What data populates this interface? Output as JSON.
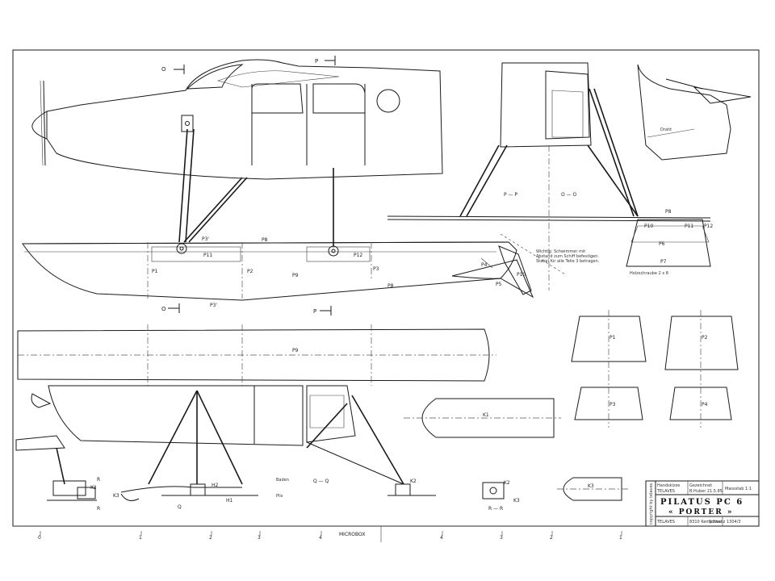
{
  "title_block": {
    "title": "PILATUS PC 6",
    "subtitle": "« PORTER »",
    "left_lines": [
      "Handskizze",
      "TELAVES"
    ],
    "mid_lines": [
      "Gezeichnet",
      "B.Huber 21.5.85"
    ],
    "scale_label": "Massstab 1:1",
    "bottom_left": "TELAVES",
    "bottom_mid": "8310 Kemptthal",
    "bottom_right": "Schweiz",
    "sheet_no": "1304/3",
    "copyright": "copyright by telaves"
  },
  "part_labels": {
    "p1": "P1",
    "p2": "P2",
    "p3": "P3",
    "p4": "P4",
    "p5": "P5",
    "p6": "P6",
    "p7": "P7",
    "p8": "P8",
    "p9": "P9",
    "p10": "P10",
    "p11": "P11",
    "p12": "P12",
    "p31": "P3'",
    "k1": "K1",
    "k2": "K2",
    "k3": "K3",
    "h1": "H1",
    "h2": "H2",
    "r": "R"
  },
  "section_labels": {
    "o": "O",
    "p": "P",
    "pp": "P — P",
    "oo": "O — O",
    "rr": "R — R",
    "q": "Q",
    "qq": "Q — Q"
  },
  "notes": {
    "float_note": [
      "Wichtig: Schwimmer mit",
      "Abstand zum Schiff befestigen.",
      "Stabel für alle Teile 3 betragen."
    ],
    "draht": "Draht",
    "baden": "Baden",
    "plug": "Plis",
    "holzschraube": "Holzschraube 2 x 8"
  },
  "footer": {
    "left_marks": [
      "0",
      "1",
      "2",
      "3",
      "4"
    ],
    "center": "MICROBOX",
    "right_marks": [
      "4",
      "3",
      "2",
      "1"
    ]
  },
  "colors": {
    "ink": "#1a1a1a",
    "paper": "#ffffff"
  }
}
